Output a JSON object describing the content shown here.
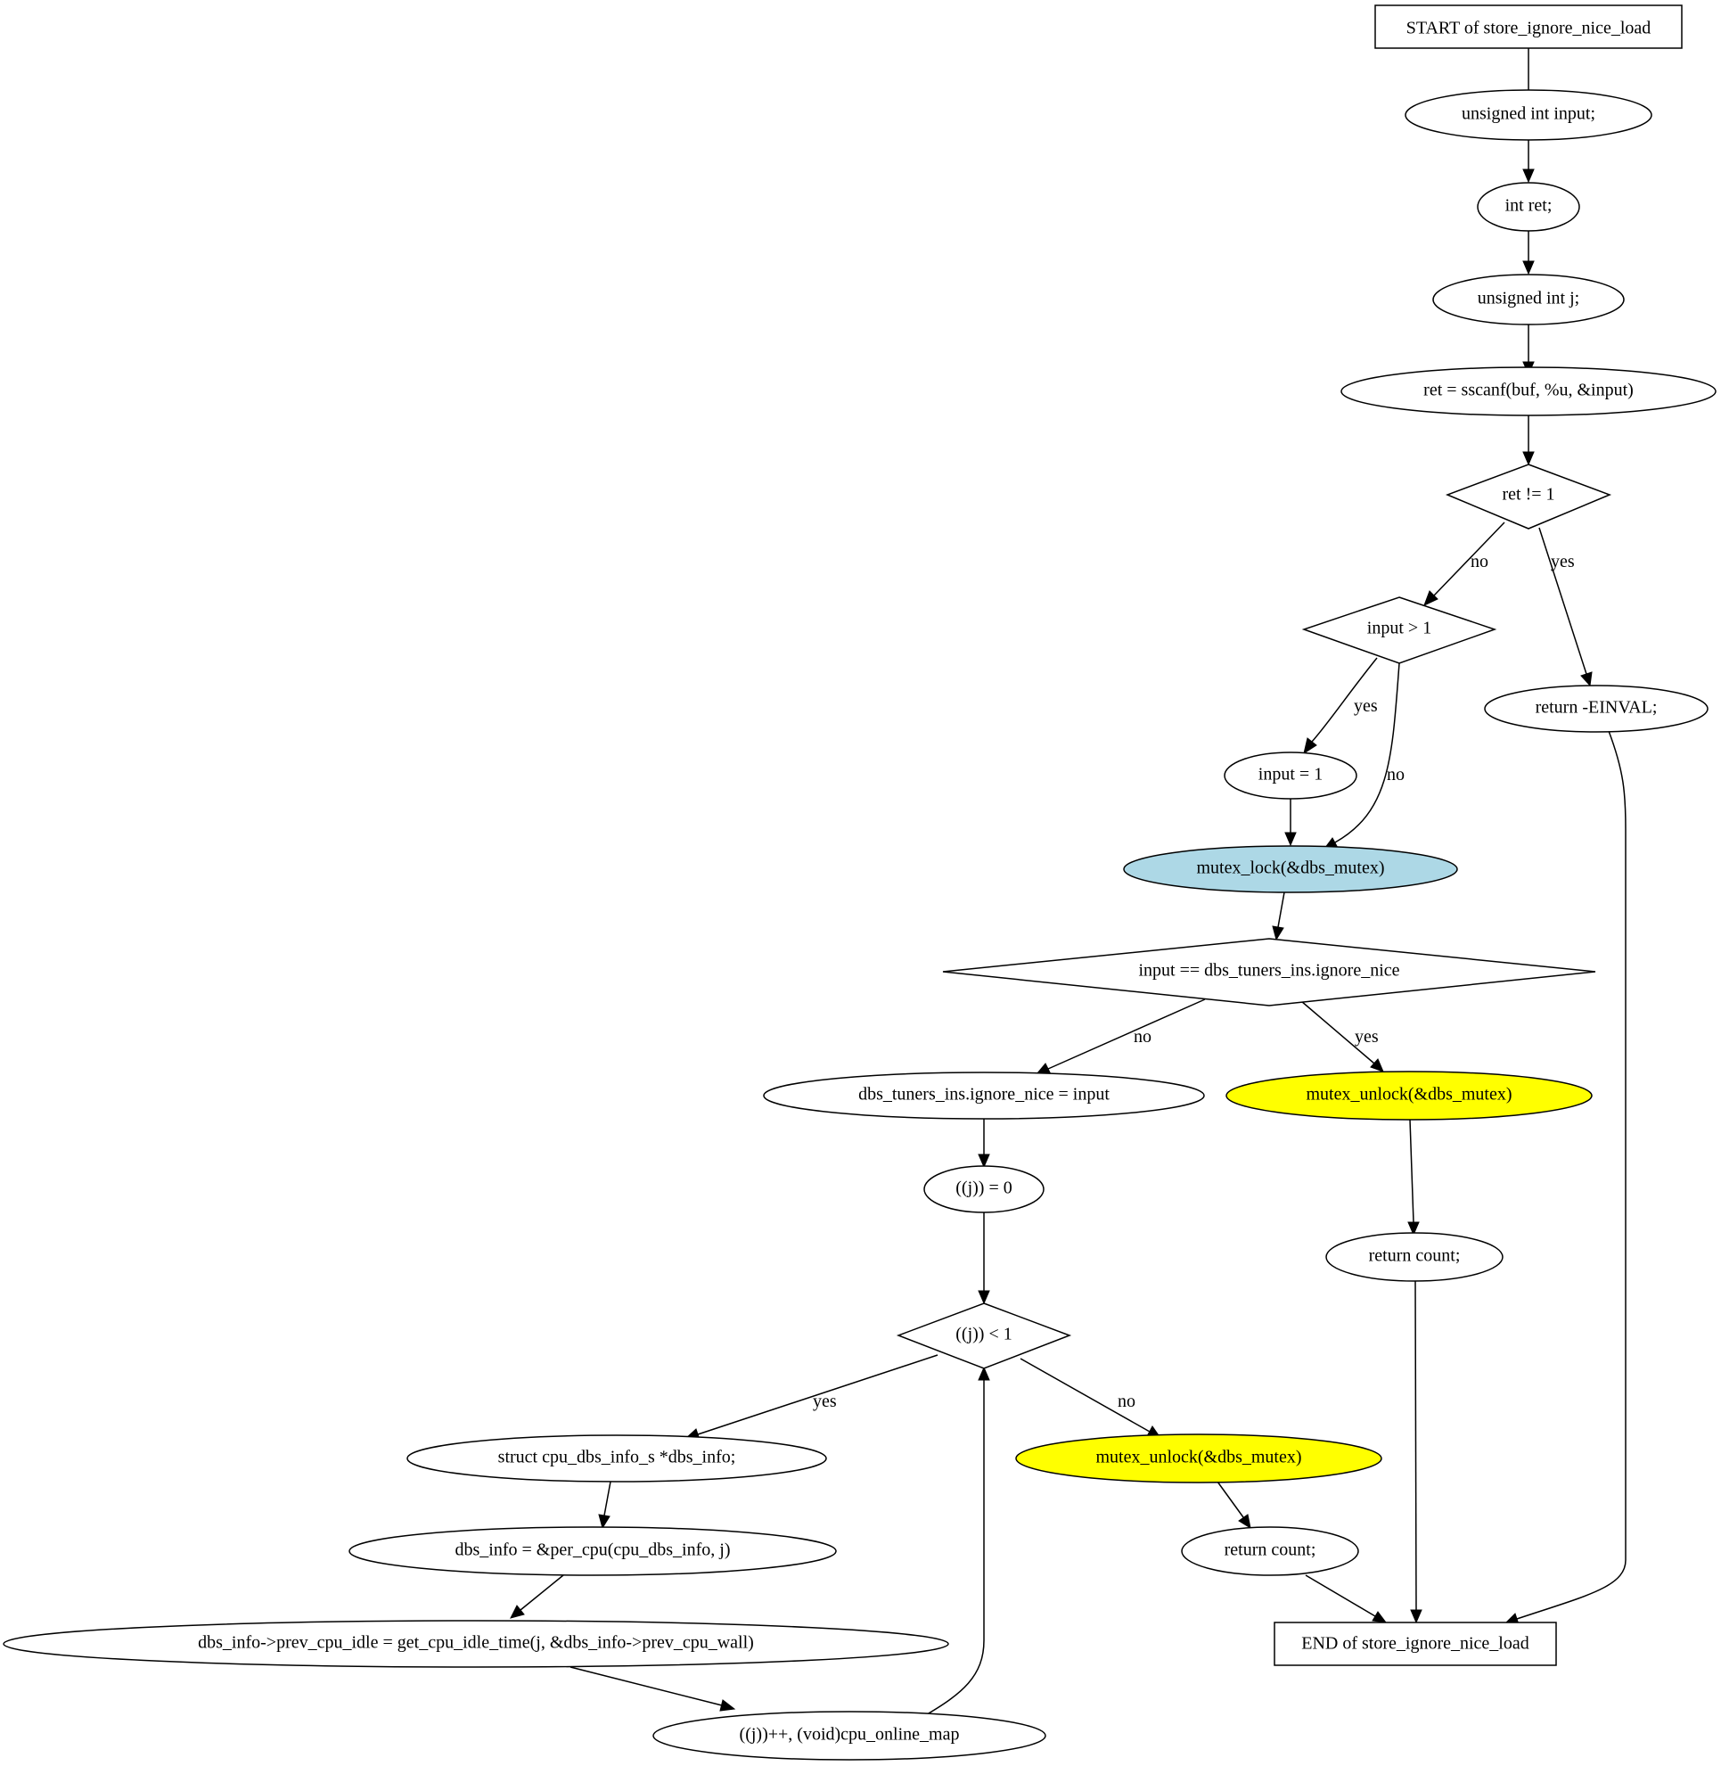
{
  "colors": {
    "blue": "#add8e6",
    "yellow": "#ffff00",
    "white": "#ffffff"
  },
  "nodes": {
    "start": "START of store_ignore_nice_load",
    "decl_input": "unsigned int input;",
    "decl_ret": "int ret;",
    "decl_j": "unsigned int j;",
    "sscanf": "ret = sscanf(buf, %u, &input)",
    "cond_ret": "ret != 1",
    "cond_input": "input > 1",
    "return_einval": "return -EINVAL;",
    "set_input": "input = 1",
    "mutex_lock": "mutex_lock(&dbs_mutex)",
    "cond_equal": "input == dbs_tuners_ins.ignore_nice",
    "assign_nice": "dbs_tuners_ins.ignore_nice = input",
    "unlock_1": "mutex_unlock(&dbs_mutex)",
    "init_j": "((j)) = 0",
    "return_count_1": "return count;",
    "cond_loop": "((j)) < 1",
    "decl_dbs_info": "struct cpu_dbs_info_s *dbs_info;",
    "unlock_2": "mutex_unlock(&dbs_mutex)",
    "assign_dbs_info": "dbs_info = &per_cpu(cpu_dbs_info, j)",
    "return_count_2": "return count;",
    "prev_idle": "dbs_info->prev_cpu_idle = get_cpu_idle_time(j, &dbs_info->prev_cpu_wall)",
    "end": "END of store_ignore_nice_load",
    "increment": "((j))++, (void)cpu_online_map"
  },
  "edge_labels": {
    "ret_no": "no",
    "ret_yes": "yes",
    "input_yes": "yes",
    "input_no": "no",
    "equal_no": "no",
    "equal_yes": "yes",
    "loop_yes": "yes",
    "loop_no": "no"
  }
}
